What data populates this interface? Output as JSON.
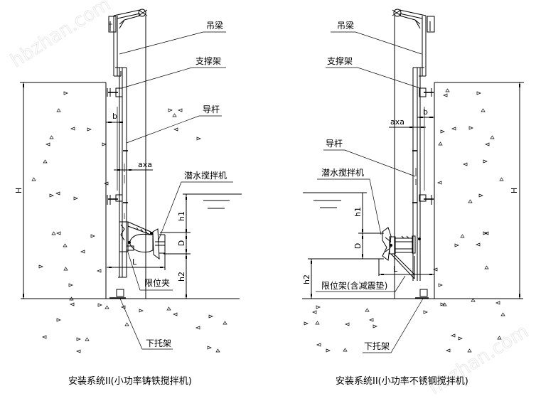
{
  "watermark": "hbzhan.com",
  "left_diagram": {
    "caption": "安装系统II(小功率铸铁搅拌机)",
    "labels": {
      "hoist_beam": "吊梁",
      "support_frame": "支撑架",
      "guide_rod": "导杆",
      "submersible_mixer": "潜水搅拌机",
      "limit_clamp": "限位夹",
      "lower_bracket": "下托架"
    },
    "dimensions": {
      "height": "H",
      "offset_b": "b",
      "rod_size": "axa",
      "depth_h1": "h1",
      "diameter": "D",
      "length": "L",
      "height_h2": "h2"
    }
  },
  "right_diagram": {
    "caption": "安装系统II(小功率不锈钢搅拌机)",
    "labels": {
      "hoist_beam": "吊梁",
      "support_frame": "支撑架",
      "guide_rod": "导杆",
      "submersible_mixer": "潜水搅拌机",
      "limit_frame": "限位架(含减震垫)",
      "lower_bracket": "下托架"
    },
    "dimensions": {
      "height": "H",
      "offset_b": "b",
      "rod_size": "axa",
      "depth_h1": "h1",
      "diameter": "D",
      "length": "L",
      "height_h2": "h2"
    }
  }
}
